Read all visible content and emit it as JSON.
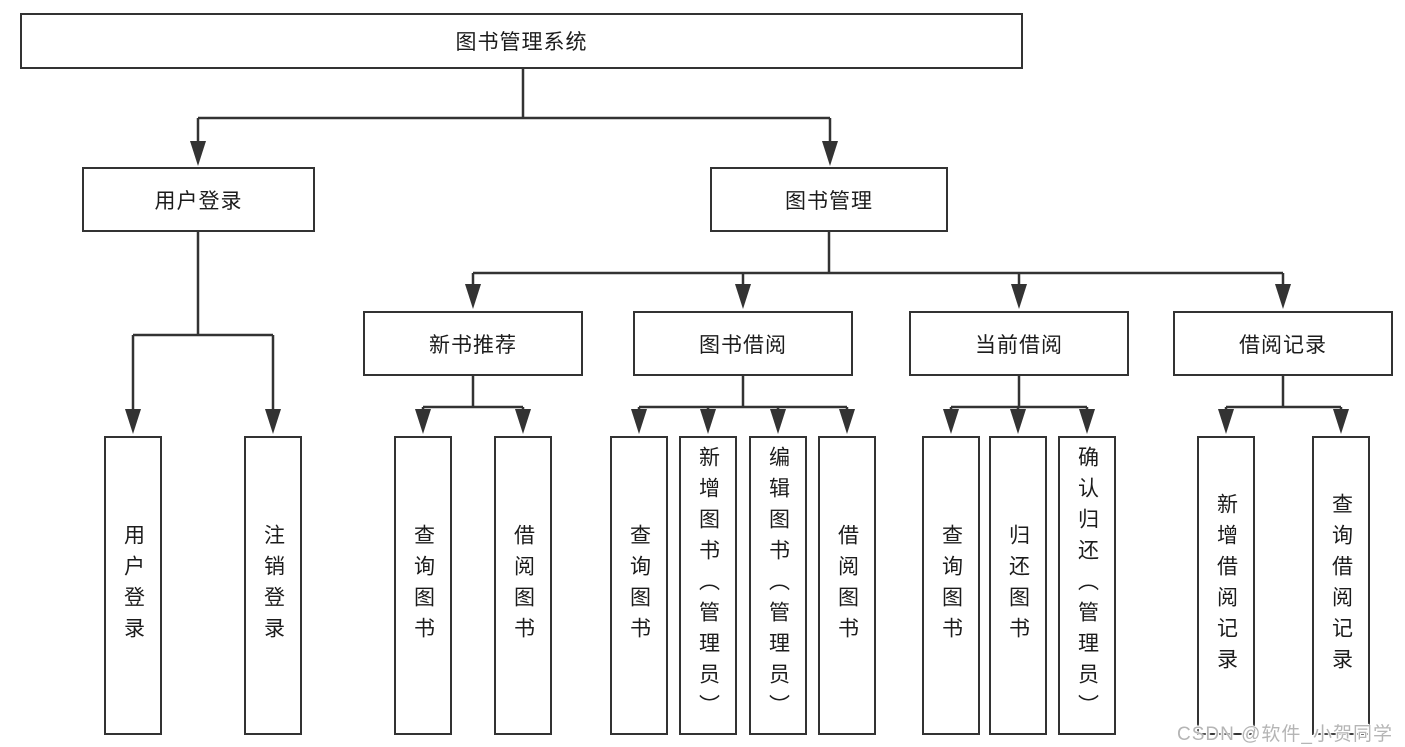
{
  "diagram": {
    "type": "hierarchy-tree",
    "tree": {
      "root": "图书管理系统",
      "children": [
        {
          "label": "用户登录",
          "children": [
            "用户登录",
            "注销登录"
          ]
        },
        {
          "label": "图书管理",
          "children": [
            {
              "label": "新书推荐",
              "children": [
                "查询图书",
                "借阅图书"
              ]
            },
            {
              "label": "图书借阅",
              "children": [
                "查询图书",
                "新增图书（管理员）",
                "编辑图书（管理员）",
                "借阅图书"
              ]
            },
            {
              "label": "当前借阅",
              "children": [
                "查询图书",
                "归还图书",
                "确认归还（管理员）"
              ]
            },
            {
              "label": "借阅记录",
              "children": [
                "新增借阅记录",
                "查询借阅记录"
              ]
            }
          ]
        }
      ]
    },
    "colors": {
      "line": "#333333",
      "box_border": "#333333",
      "box_fill": "#ffffff",
      "text": "#1c1c1c",
      "background": "#ffffff",
      "watermark": "#b5b5b5"
    }
  },
  "watermark": "CSDN @软件_小贺同学"
}
